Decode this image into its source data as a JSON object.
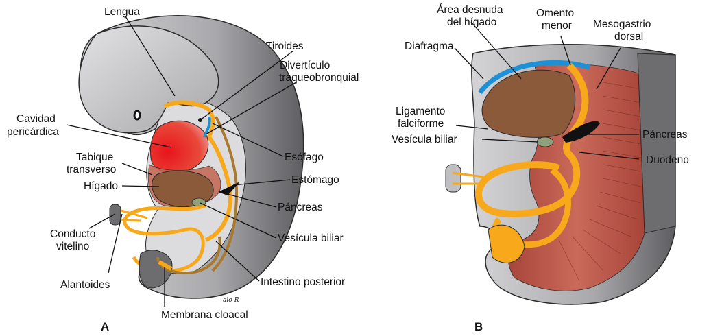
{
  "panel_a": {
    "letter": "A",
    "signature": "alo-R",
    "labels": {
      "lengua": "Lengua",
      "tiroides": "Tiroides",
      "diverticulo_1": "Divertículo",
      "diverticulo_2": "traqueobronquial",
      "cavidad_1": "Cavidad",
      "cavidad_2": "pericárdica",
      "tabique_1": "Tabique",
      "tabique_2": "transverso",
      "higado": "Hígado",
      "esofago": "Esófago",
      "estomago": "Estómago",
      "pancreas": "Páncreas",
      "conducto_1": "Conducto",
      "conducto_2": "vitelino",
      "vesicula": "Vesícula biliar",
      "alantoides": "Alantoides",
      "intestino": "Intestino posterior",
      "membrana": "Membrana cloacal"
    }
  },
  "panel_b": {
    "letter": "B",
    "labels": {
      "area_1": "Área desnuda",
      "area_2": "del hígado",
      "omento_1": "Omento",
      "omento_2": "menor",
      "meso_1": "Mesogastrio",
      "meso_2": "dorsal",
      "diafragma": "Diafragma",
      "ligamento_1": "Ligamento",
      "ligamento_2": "falciforme",
      "vesicula": "Vesícula biliar",
      "pancreas": "Páncreas",
      "duodeno": "Duodeno"
    }
  },
  "colors": {
    "embryo_gray": "#bfbfc1",
    "embryo_dark": "#6d6d70",
    "gut_yellow": "#f7a81b",
    "liver_brown": "#8a5a3a",
    "heart_red": "#e32a2a",
    "mesentery_red": "#c2604f",
    "diaphragm_blue": "#1e90d6",
    "gallbladder_green": "#8fa07a"
  }
}
